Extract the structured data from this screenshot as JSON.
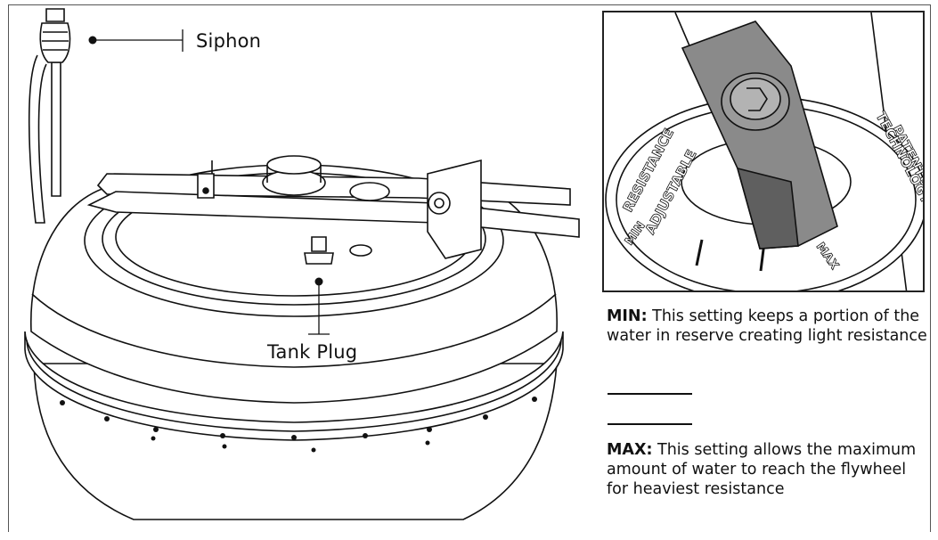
{
  "labels": {
    "siphon": "Siphon",
    "tank_plug": "Tank Plug"
  },
  "dial": {
    "left_text_1": "ADJUSTABLE",
    "left_text_2": "RESISTANCE",
    "right_text_1": "PATENTED",
    "right_text_2": "TECHNOLOGY",
    "min_mark": "MIN",
    "max_mark": "MAX"
  },
  "min_setting": {
    "term": "MIN:",
    "text": "This setting keeps a portion of the water in reserve creating light resistance"
  },
  "max_setting": {
    "term": "MAX:",
    "text": "This setting allows the maximum amount of water to reach the flywheel for heaviest resistance"
  },
  "colors": {
    "line": "#111111",
    "fill": "#ffffff",
    "knob": "#8a8a8a",
    "knob_dark": "#5f5f5f"
  }
}
